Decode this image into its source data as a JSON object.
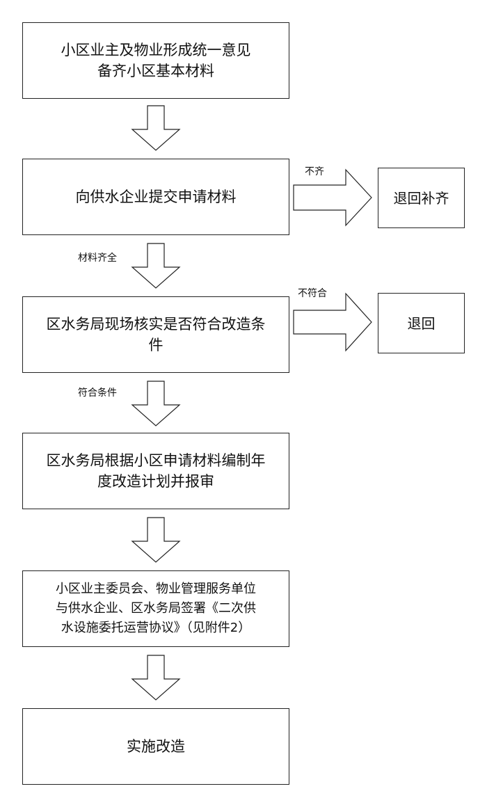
{
  "steps": [
    {
      "lines": [
        "小区业主及物业形成统一意见",
        "备齐小区基本材料"
      ]
    },
    {
      "lines": [
        "向供水企业提交申请材料"
      ]
    },
    {
      "lines": [
        "区水务局现场核实是否符合改造条",
        "件"
      ]
    },
    {
      "lines": [
        "区水务局根据小区申请材料编制年",
        "度改造计划并报审"
      ]
    },
    {
      "lines": [
        "小区业主委员会、物业管理服务单位",
        "与供水企业、区水务局签署《二次供",
        "水设施委托运营协议》（见附件2）"
      ]
    },
    {
      "lines": [
        "实施改造"
      ]
    }
  ],
  "side_boxes": {
    "return_supplement": "退回补齐",
    "return": "退回"
  },
  "labels": {
    "incomplete": "不齐",
    "complete": "材料齐全",
    "not_compliant": "不符合",
    "compliant": "符合条件"
  },
  "colors": {
    "stroke": "#222222",
    "fill": "#ffffff"
  }
}
